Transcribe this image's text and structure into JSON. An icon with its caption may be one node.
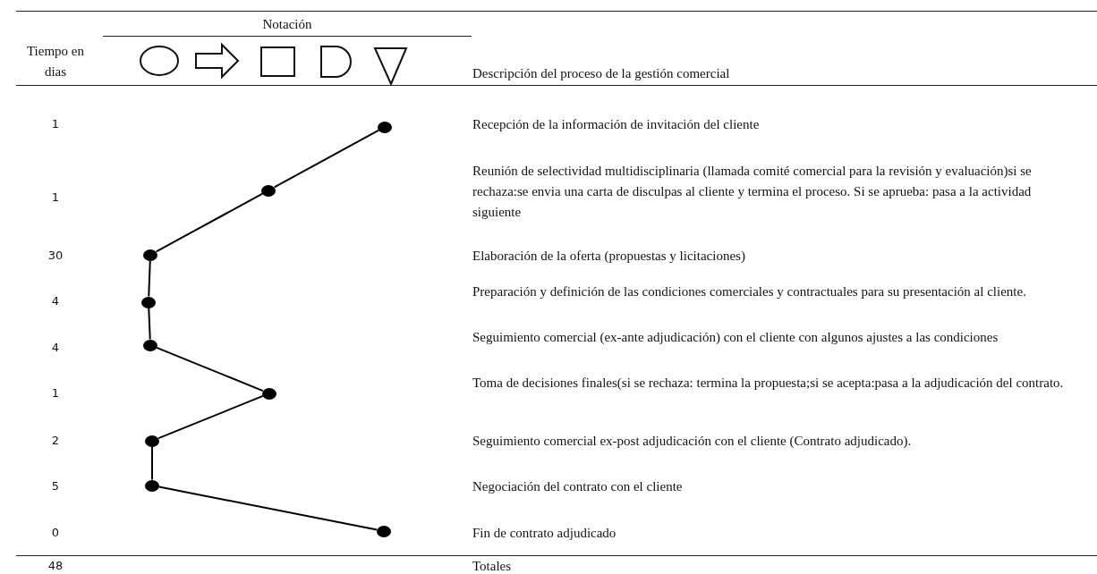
{
  "diagram": {
    "nodes": [
      {
        "text": [],
        "shape": "circle"
      },
      {
        "text": [],
        "shape": "circle"
      },
      {
        "text": [],
        "shape": "circle"
      },
      {
        "text": [],
        "shape": "circle"
      },
      {
        "text": [],
        "shape": "circle"
      },
      {
        "text": [],
        "shape": "circle"
      },
      {
        "text": [],
        "shape": "circle"
      },
      {
        "text": [],
        "shape": "circle"
      },
      {
        "text": [],
        "shape": "circle"
      }
    ],
    "edges": [
      {
        "from": 0,
        "to": 1,
        "arrow": "none"
      },
      {
        "from": 1,
        "to": 2,
        "arrow": "none"
      },
      {
        "from": 2,
        "to": 3,
        "arrow": "none"
      },
      {
        "from": 3,
        "to": 4,
        "arrow": "none"
      },
      {
        "from": 4,
        "to": 5,
        "arrow": "none"
      },
      {
        "from": 5,
        "to": 6,
        "arrow": "none"
      },
      {
        "from": 6,
        "to": 7,
        "arrow": "none"
      },
      {
        "from": 7,
        "to": 8,
        "arrow": "none"
      }
    ],
    "labels": [
      "Notación",
      "Tiempo en dias",
      "Descripción del proceso de la gestión comercial",
      "1",
      "Recepción de la información de invitación del cliente",
      "1",
      "Reunión de selectividad multidisciplinaria (llamada comité comercial para la revisión y evaluación)si se rechaza:se envia una carta de disculpas al cliente y termina el proceso. Si se aprueba: pasa a la actividad siguiente",
      "30",
      "Elaboración de la oferta (propuestas y licitaciones)",
      "4",
      "Preparación y definición de las condiciones comerciales y contractuales para su presentación al cliente.",
      "4",
      "Seguimiento comercial (ex-ante adjudicación) con el cliente con algunos ajustes a las condiciones",
      "1",
      "Toma de decisiones finales(si se rechaza: termina la propuesta;si se acepta:pasa a la adjudicación del contrato.",
      "2",
      "Seguimiento comercial ex-post adjudicación con el cliente (Contrato adjudicado).",
      "5",
      "Negociación del contrato con el cliente",
      "0",
      "Fin de contrato adjudicado",
      "48",
      "Totales"
    ]
  }
}
